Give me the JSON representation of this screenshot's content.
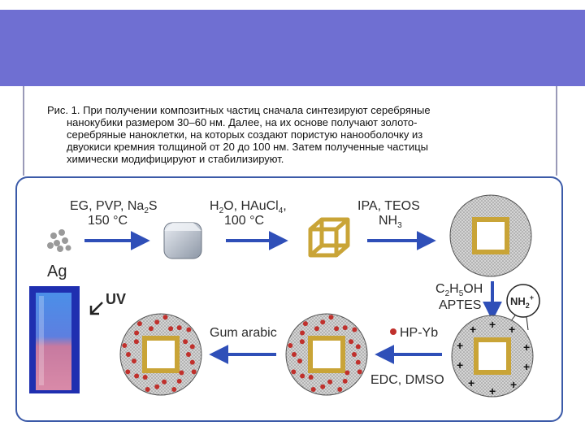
{
  "caption": {
    "line1": "Рис. 1. При получении композитных частиц сначала синтезируют серебряные",
    "line2": "нанокубики размером 30–60 нм. Далее, на их основе получают золото-",
    "line3": "серебряные наноклетки, на которых создают пористую нанооболочку из",
    "line4": "двуокиси кремния толщиной от 20 до 100 нм. Затем полученные частицы",
    "line5": "химически модифицируют и стабилизируют."
  },
  "steps": {
    "step1_line1": "EG, PVP, Na",
    "step1_sub": "2",
    "step1_tail": "S",
    "step1_line2": "150 °C",
    "step2_line1_a": "H",
    "step2_line1_sub1": "2",
    "step2_line1_b": "O, HAuCl",
    "step2_line1_sub2": "4",
    "step2_line1_c": ",",
    "step2_line2": "100 °C",
    "step3_line1": "IPA, TEOS",
    "step3_line2_a": "NH",
    "step3_line2_sub": "3",
    "step4_line1_a": "C",
    "step4_line1_sub1": "2",
    "step4_line1_b": "H",
    "step4_line1_sub2": "5",
    "step4_line1_c": "OH",
    "step4_line2": "APTES",
    "amine_a": "NH",
    "amine_sub": "2",
    "amine_sup": "+",
    "step5_line1": "HP-Yb",
    "step5_line2": "EDC, DMSO",
    "step6_line1": "Gum arabic",
    "ag_label": "Ag",
    "uv_label": "UV"
  },
  "colors": {
    "banner": "#6f6fd2",
    "arrow": "#2f4fb8",
    "gold": "#c9a437",
    "dye": "#c0302c"
  }
}
